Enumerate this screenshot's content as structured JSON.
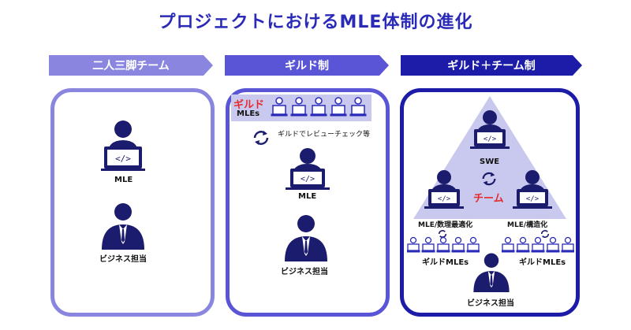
{
  "title": "プロジェクトにおけるMLE体制の進化",
  "stages": [
    {
      "label": "二人三脚チーム"
    },
    {
      "label": "ギルド制"
    },
    {
      "label": "ギルド＋チーム制"
    }
  ],
  "panel1": {
    "mle": "MLE",
    "biz": "ビジネス担当"
  },
  "panel2": {
    "guild": "ギルド",
    "guild_mles": "MLEs",
    "review": "ギルドでレビューチェック等",
    "mle": "MLE",
    "biz": "ビジネス担当"
  },
  "panel3": {
    "swe": "SWE",
    "team": "チーム",
    "mle_left": "MLE/数理最適化",
    "mle_right": "MLE/構造化",
    "guild_left": "ギルドMLEs",
    "guild_right": "ギルドMLEs",
    "biz": "ビジネス担当"
  },
  "colors": {
    "light": "#8a86e0",
    "mid": "#5a55d6",
    "dark": "#1c1ca8",
    "bg_tint": "#c9c9ef",
    "accent": "#e52b2b"
  }
}
